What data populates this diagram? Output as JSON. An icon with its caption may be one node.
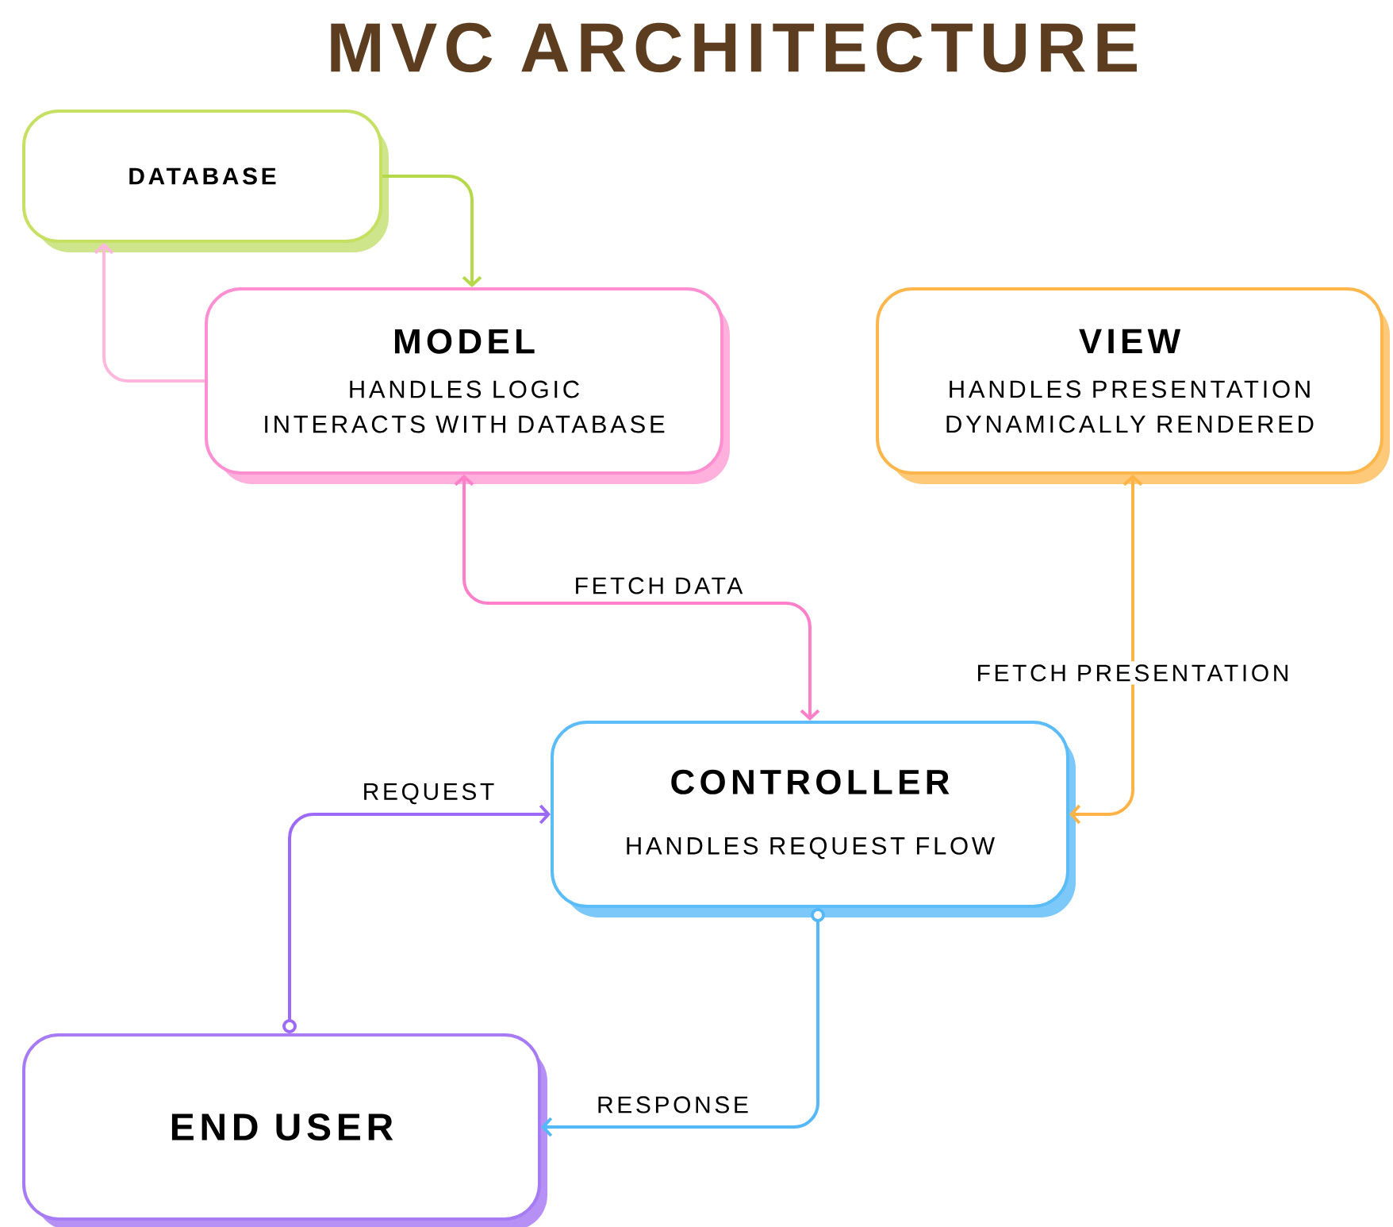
{
  "diagram": {
    "title": "MVC ARCHITECTURE",
    "nodes": [
      {
        "text": [
          "DATABASE"
        ]
      },
      {
        "text": [
          "MODEL",
          "HANDLES LOGIC",
          "INTERACTS WITH DATABASE"
        ]
      },
      {
        "text": [
          "VIEW",
          "HANDLES PRESENTATION",
          "DYNAMICALLY RENDERED"
        ]
      },
      {
        "text": [
          "CONTROLLER",
          "HANDLES REQUEST FLOW"
        ]
      },
      {
        "text": [
          "END USER"
        ]
      }
    ],
    "edges": [
      {
        "from": 0,
        "to": 1,
        "arrow": "to",
        "color": "#b5d94a"
      },
      {
        "from": 1,
        "to": 0,
        "arrow": "to",
        "color": "#ffb8dc"
      },
      {
        "from": 1,
        "to": 3,
        "arrow": "both",
        "label": "FETCH DATA",
        "color": "#ff80c8"
      },
      {
        "from": 2,
        "to": 3,
        "arrow": "both",
        "label": "FETCH PRESENTATION",
        "color": "#ffb347"
      },
      {
        "from": 4,
        "to": 3,
        "arrow": "to",
        "label": "REQUEST",
        "color": "#9d6af5"
      },
      {
        "from": 3,
        "to": 4,
        "arrow": "to",
        "label": "RESPONSE",
        "color": "#55b8f8"
      }
    ]
  }
}
